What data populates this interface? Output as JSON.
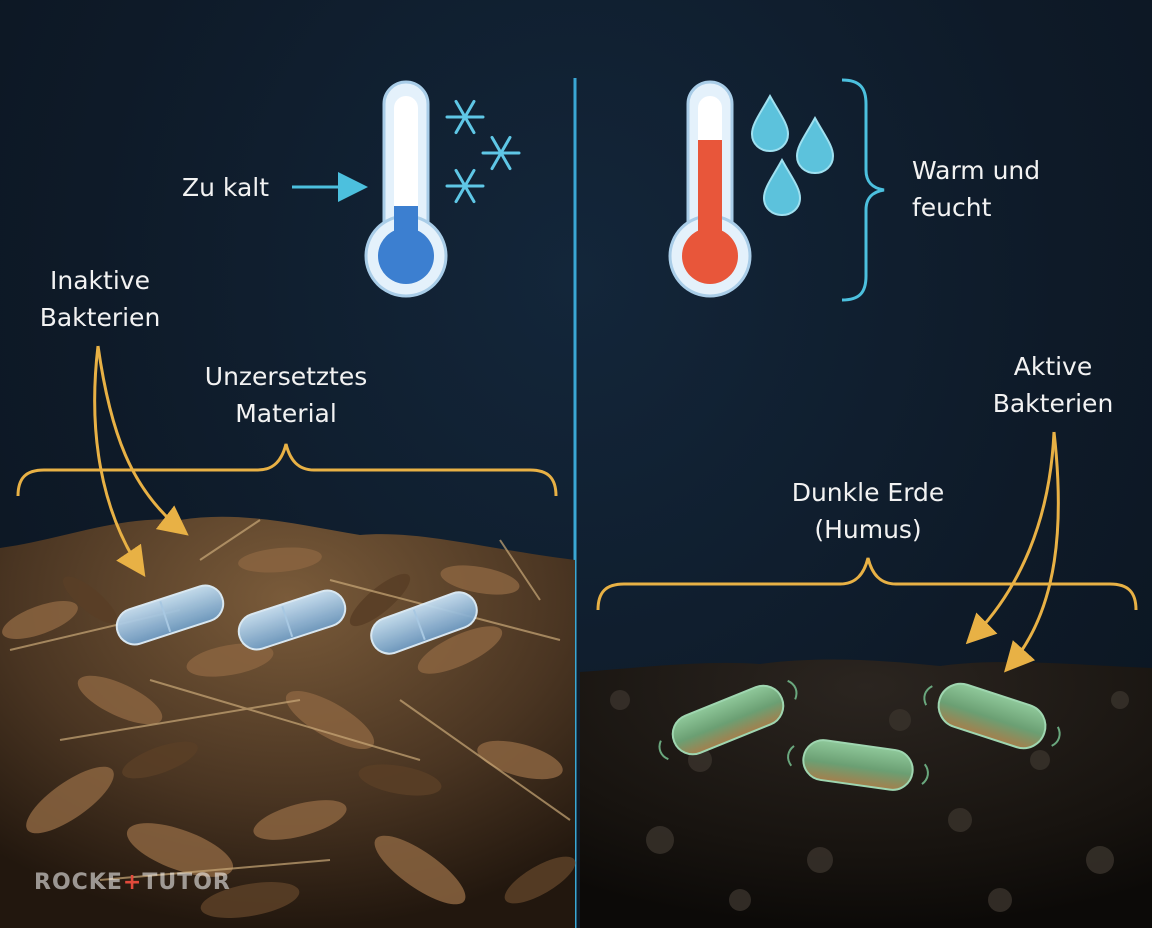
{
  "labels": {
    "too_cold": "Zu kalt",
    "warm_humid": "Warm und\nfeucht",
    "inactive_bacteria": "Inaktive\nBakterien",
    "undecomposed": "Unzersetztes\nMaterial",
    "active_bacteria": "Aktive\nBakterien",
    "dark_soil": "Dunkle Erde\n(Humus)"
  },
  "watermark": {
    "part1": "ROCKE",
    "plus": "+",
    "part2": "TUTOR"
  },
  "colors": {
    "background": "#0f1b2a",
    "divider": "#3aa7d4",
    "arrow_cyan": "#4cc0de",
    "bracket_gold": "#e8b145",
    "cold_mercury": "#3c7fd0",
    "warm_mercury": "#e8563a",
    "snowflake": "#5fc7e6",
    "water_drop": "#5cc2dc",
    "inactive_bacteria": "#9cc6e6",
    "active_bacteria": "#6aa87e"
  },
  "icons": [
    "thermometer-cold-icon",
    "snowflake-icon",
    "thermometer-warm-icon",
    "water-drop-icon",
    "bacteria-icon"
  ]
}
